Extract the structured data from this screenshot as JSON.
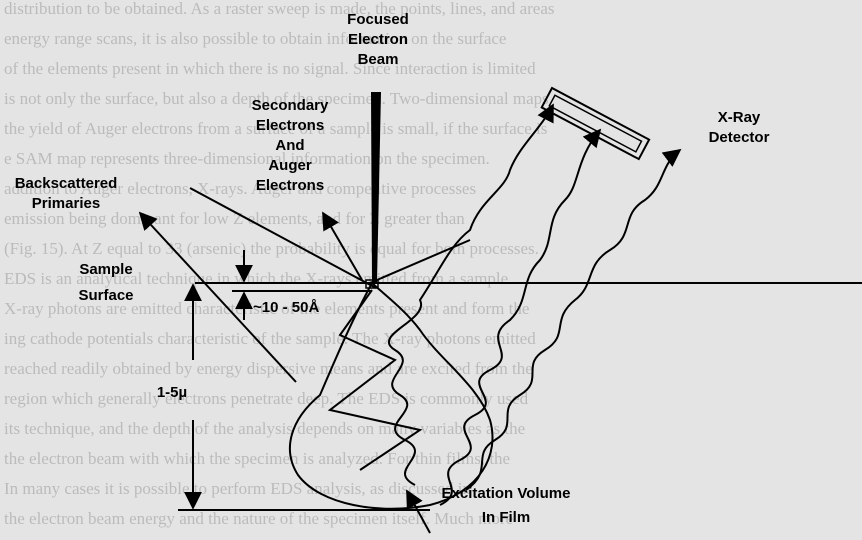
{
  "labels": {
    "beam": [
      "Focused",
      "Electron",
      "Beam"
    ],
    "secondary": [
      "Secondary",
      "Electrons",
      "And",
      "Auger",
      "Electrons"
    ],
    "backscattered": [
      "Backscattered",
      "Primaries"
    ],
    "xray_detector": [
      "X-Ray",
      "Detector"
    ],
    "sample_surface": [
      "Sample",
      "Surface"
    ],
    "depth_small": "~10 - 50Å",
    "depth_large": "1-5µ",
    "excitation": [
      "Excitation Volume",
      "In Film"
    ]
  },
  "background_text": [
    "distribution to be obtained. As a raster sweep is made, the points, lines, and areas",
    "energy range scans, it is also possible to obtain information on the surface",
    "of the elements present in which there is no signal. Since interaction is limited",
    "is not only the surface, but also a depth of the specimen. Two-dimensional maps",
    "the yield of Auger electrons from a surface of a sample is small, if the surface is",
    "e SAM map represents three-dimensional information on the specimen.",
    "addition to Auger electrons, X-rays. Auger and competitive processes",
    "emission being dominant for low Z elements, and for Z greater than",
    "(Fig. 15). At Z equal to 33 (arsenic) the probability is equal for both processes.",
    "EDS is an analytical technique in which the X-rays emitted from a sample",
    "X-ray photons are emitted characteristic of the elements present and form the",
    "ing cathode potentials characteristic of the sample. The X-ray photons emitted",
    "reached readily obtained by energy dispersive means and are excited from the",
    "region which generally electrons penetrate deep. The EDS is commonly used",
    "its technique, and the depth of the analysis depends on many variables as the",
    "the electron beam with which the specimen is analyzed. For thin films, the",
    "In many cases it is possible to perform EDS analysis, as discussed in",
    "the electron beam energy and the nature of the specimen itself. Much more"
  ]
}
